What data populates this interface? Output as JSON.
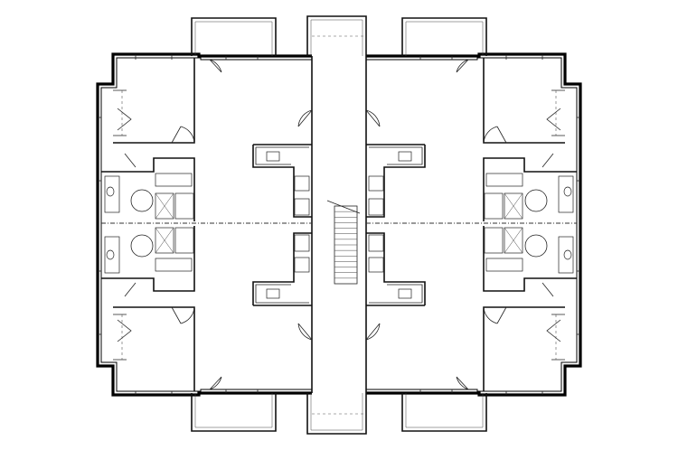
{
  "drawing": {
    "type": "floor-plan",
    "layout": "fourplex-mirrored",
    "units": 4,
    "icons": [
      "door-swing-icon",
      "stair-icon",
      "kitchen-sink-icon",
      "bathtub-icon",
      "toilet-icon",
      "washer-dryer-icon"
    ],
    "colors": {
      "line": "#000000",
      "background": "#ffffff"
    }
  }
}
